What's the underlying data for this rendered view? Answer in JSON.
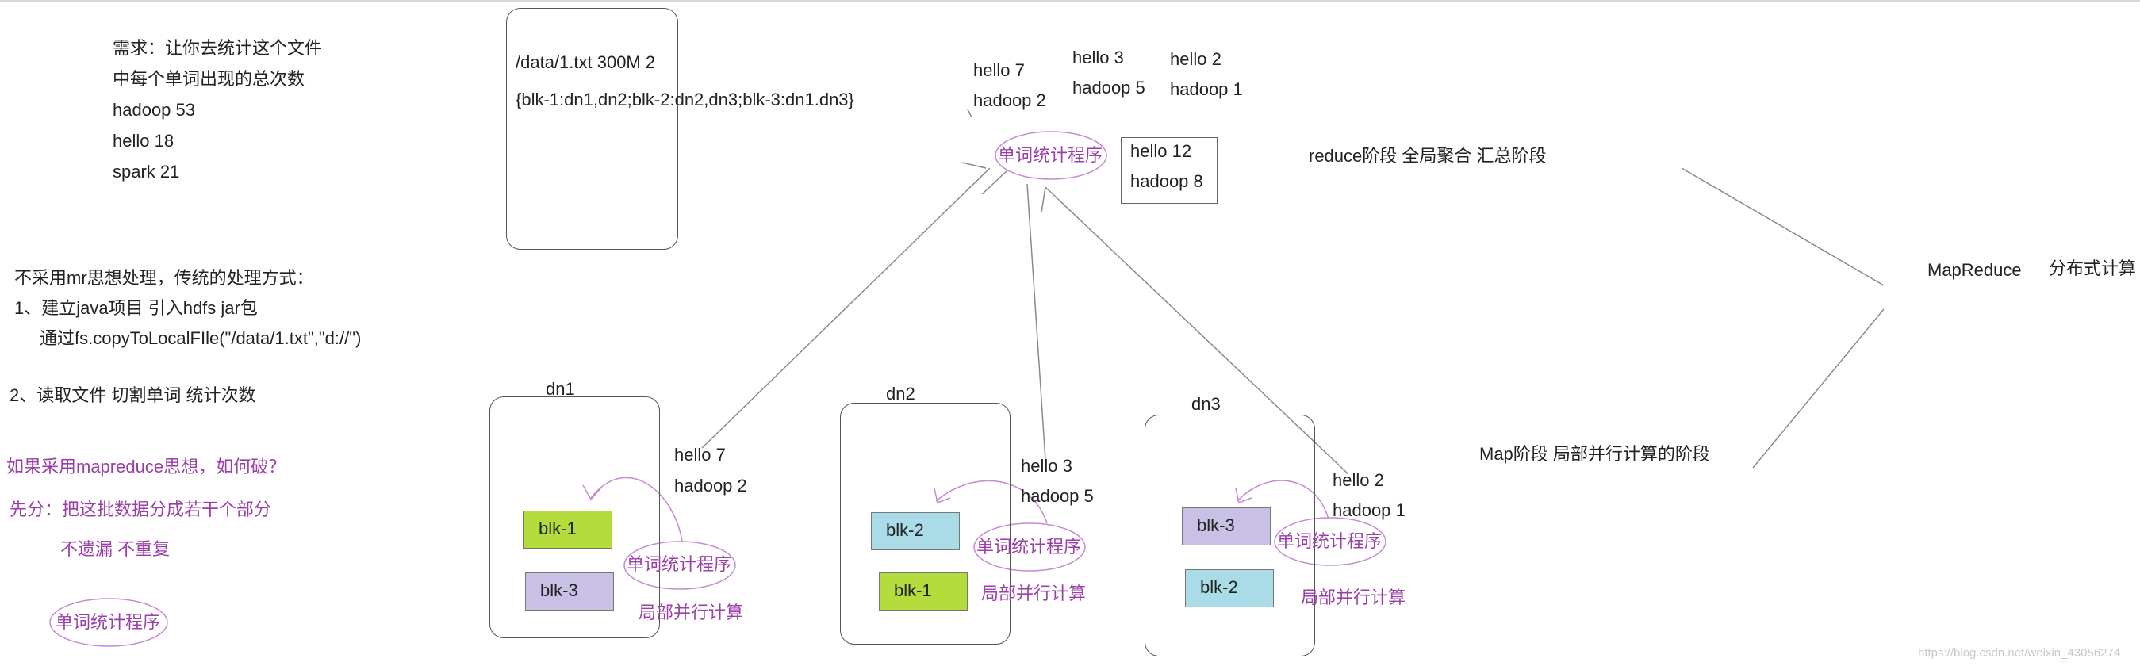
{
  "requirement": {
    "line1": "需求：让你去统计这个文件",
    "line2": "中每个单词出现的总次数",
    "line3": "hadoop 53",
    "line4": "hello   18",
    "line5": "spark   21"
  },
  "file_box": {
    "line1": "/data/1.txt  300M 2",
    "line2": "{blk-1:dn1,dn2;blk-2:dn2,dn3;blk-3:dn1.dn3}"
  },
  "traditional": {
    "line1": "不采用mr思想处理，传统的处理方式：",
    "line2": "1、建立java项目  引入hdfs jar包",
    "line3": "通过fs.copyToLocalFIle(\"/data/1.txt\",\"d://\")",
    "line4": "2、读取文件  切割单词  统计次数"
  },
  "mapreduce_idea": {
    "line1": "如果采用mapreduce思想，如何破？",
    "line2": "先分：把这批数据分成若干个部分",
    "line3": "不遗漏  不重复",
    "program": "单词统计程序"
  },
  "top_counts": {
    "a1": "hello  7",
    "a2": "hadoop 2",
    "b1": "hello  3",
    "b2": "hadoop 5",
    "c1": "hello  2",
    "c2": "hadoop 1"
  },
  "center_program": "单词统计程序",
  "result": {
    "line1": "hello 12",
    "line2": "hadoop 8"
  },
  "reduce_label": "reduce阶段  全局聚合 汇总阶段",
  "map_label": "Map阶段   局部并行计算的阶段",
  "mapreduce_label": "MapReduce",
  "distributed_label": "分布式计算",
  "nodes": [
    {
      "name": "dn1",
      "blocks": [
        "blk-1",
        "blk-3"
      ],
      "counts": [
        "hello  7",
        "hadoop 2"
      ],
      "program": "单词统计程序",
      "local": "局部并行计算"
    },
    {
      "name": "dn2",
      "blocks": [
        "blk-2",
        "blk-1"
      ],
      "counts": [
        "hello  3",
        "hadoop 5"
      ],
      "program": "单词统计程序",
      "local": "局部并行计算"
    },
    {
      "name": "dn3",
      "blocks": [
        "blk-3",
        "blk-2"
      ],
      "counts": [
        "hello  2",
        "hadoop 1"
      ],
      "program": "单词统计程序",
      "local": "局部并行计算"
    }
  ],
  "watermark": "https://blog.csdn.net/weixin_43056274",
  "colors": {
    "purple": "#9b3fa8",
    "green_block": "#b4dc3c",
    "violet_block": "#c9c0e6",
    "cyan_block": "#a9dce6"
  }
}
